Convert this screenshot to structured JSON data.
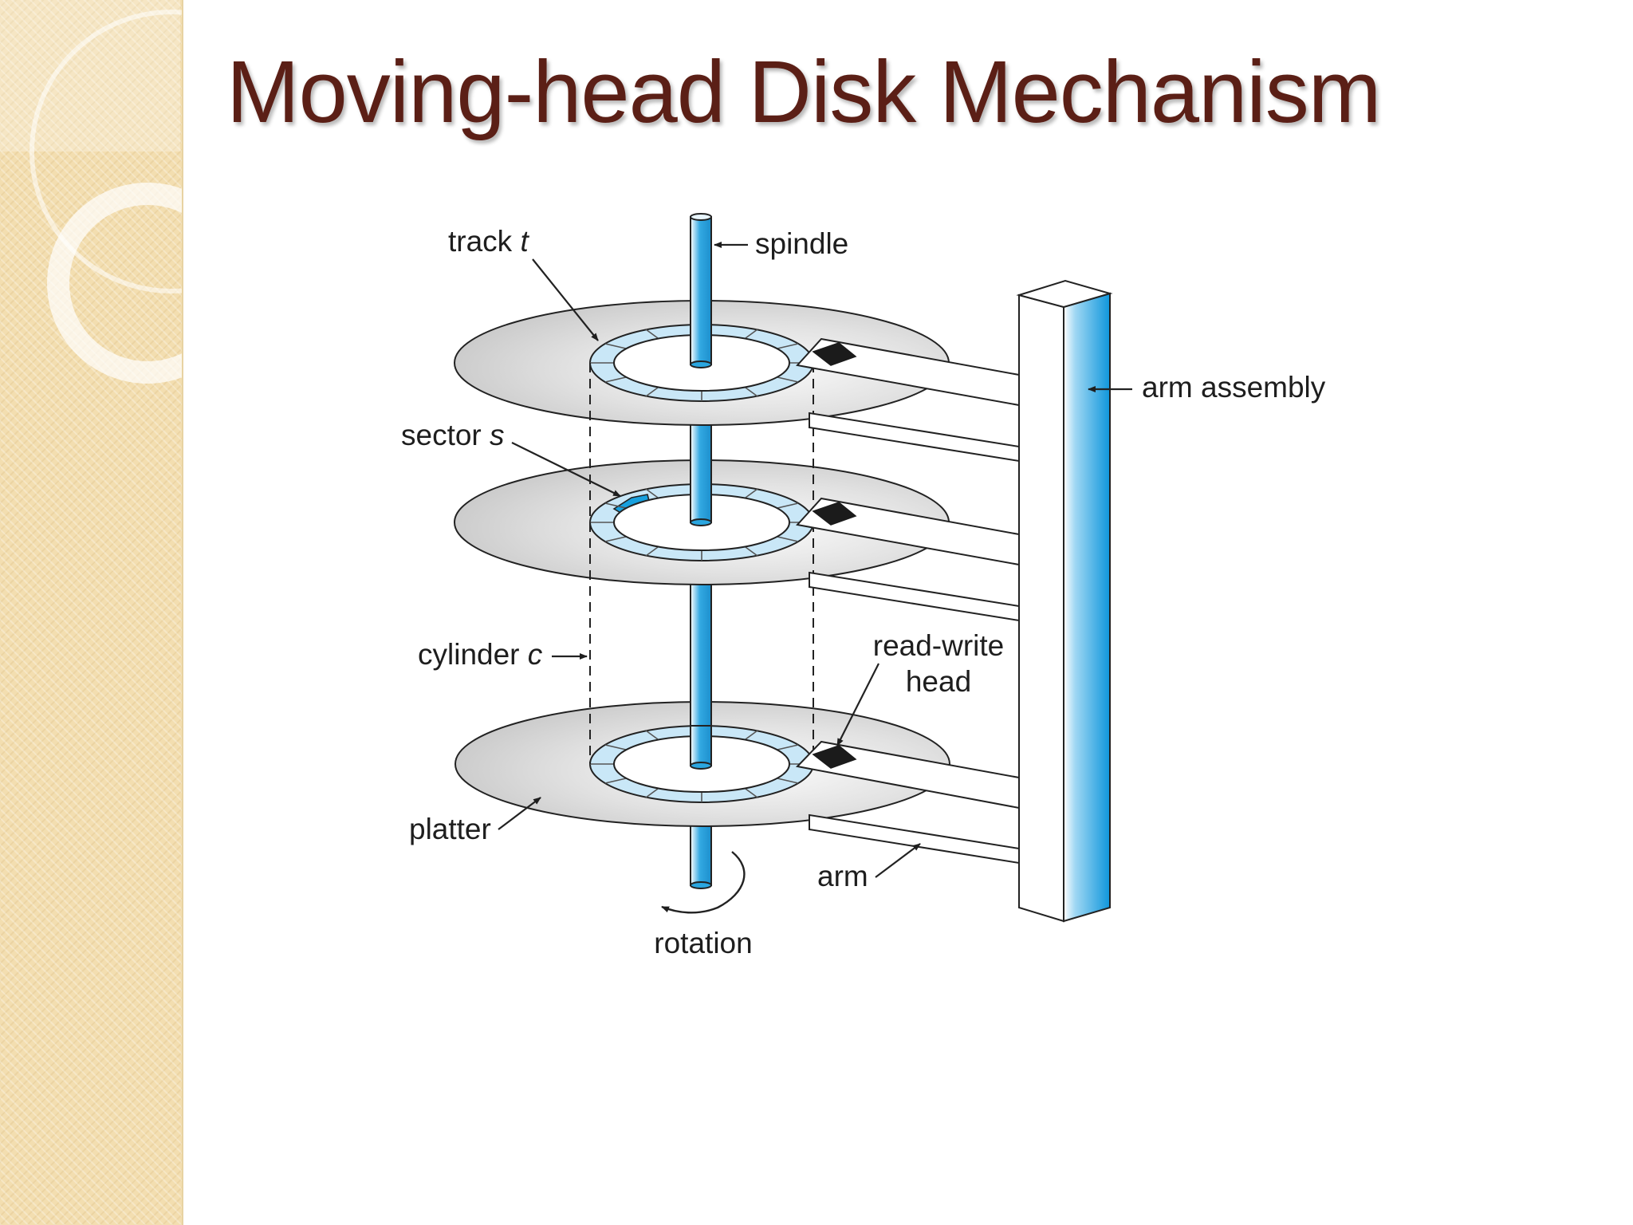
{
  "slide": {
    "title": "Moving-head Disk Mechanism"
  },
  "diagram": {
    "labels": {
      "track": "track",
      "track_var": "t",
      "spindle": "spindle",
      "arm_assembly": "arm assembly",
      "sector": "sector",
      "sector_var": "s",
      "cylinder": "cylinder",
      "cylinder_var": "c",
      "read_write_line1": "read-write",
      "read_write_line2": "head",
      "platter": "platter",
      "arm": "arm",
      "rotation": "rotation"
    }
  },
  "colors": {
    "title": "#5b1f16",
    "accent_blue": "#2aa6e0",
    "light_blue": "#c9e7f7",
    "platter_gray": "#d9d9d9",
    "side_panel": "#f3deb0"
  }
}
